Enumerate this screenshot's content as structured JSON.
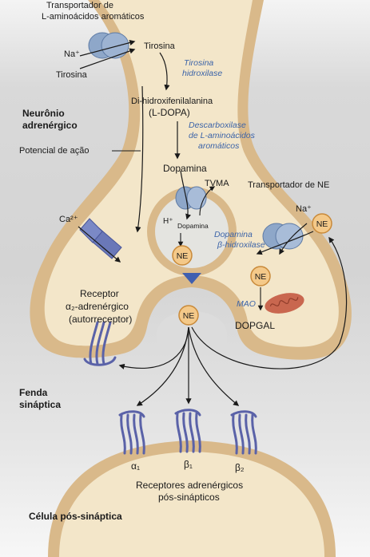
{
  "labels": {
    "transporter_aa": [
      "Transportador de",
      "L-aminoácidos aromáticos"
    ],
    "na_top": "Na⁺",
    "tirosina_in": "Tirosina",
    "tirosina_right": "Tirosina",
    "tirosina_hidroxilase": [
      "Tirosina",
      "hidroxilase"
    ],
    "l_dopa": [
      "Di-hidroxifenilalanina",
      "(L-DOPA)"
    ],
    "descarboxilase": [
      "Descarboxilase",
      "de L-aminoácidos",
      "aromáticos"
    ],
    "neuron": [
      "Neurônio",
      "adrenérgico"
    ],
    "action_potential": "Potencial de ação",
    "dopamina": "Dopamina",
    "tvma": "TVMA",
    "h_plus": "H⁺",
    "dopamina_small": "Dopamina",
    "dopamina_b_hidroxilase": [
      "Dopamina",
      "β-hidroxilase"
    ],
    "ne_transporter": "Transportador de NE",
    "na_right": "Na⁺",
    "ca": "Ca²⁺",
    "ne": "NE",
    "mao": "MAO",
    "dopgal": "DOPGAL",
    "receptor": [
      "Receptor",
      "α₂-adrenérgico",
      "(autorreceptor)"
    ],
    "synaptic_cleft": [
      "Fenda",
      "sináptica"
    ],
    "alpha1": "α₁",
    "beta1": "β₁",
    "beta2": "β₂",
    "post_receptors": [
      "Receptores adrenérgicos",
      "pós-sinápticos"
    ],
    "post_cell": "Célula pós-sináptica"
  },
  "colors": {
    "membrane_outer": "#d9b98a",
    "cytoplasm": "#f3e6c9",
    "ne_circle_fill": "#f4c989",
    "ne_circle_stroke": "#c98a3a",
    "channel_blue": "#8ea7c9",
    "ca_channel": "#6a78b8",
    "receptor_purple": "#5a62a8",
    "enzyme_text": "#3b63a8",
    "mitochondria": "#c9674f"
  }
}
